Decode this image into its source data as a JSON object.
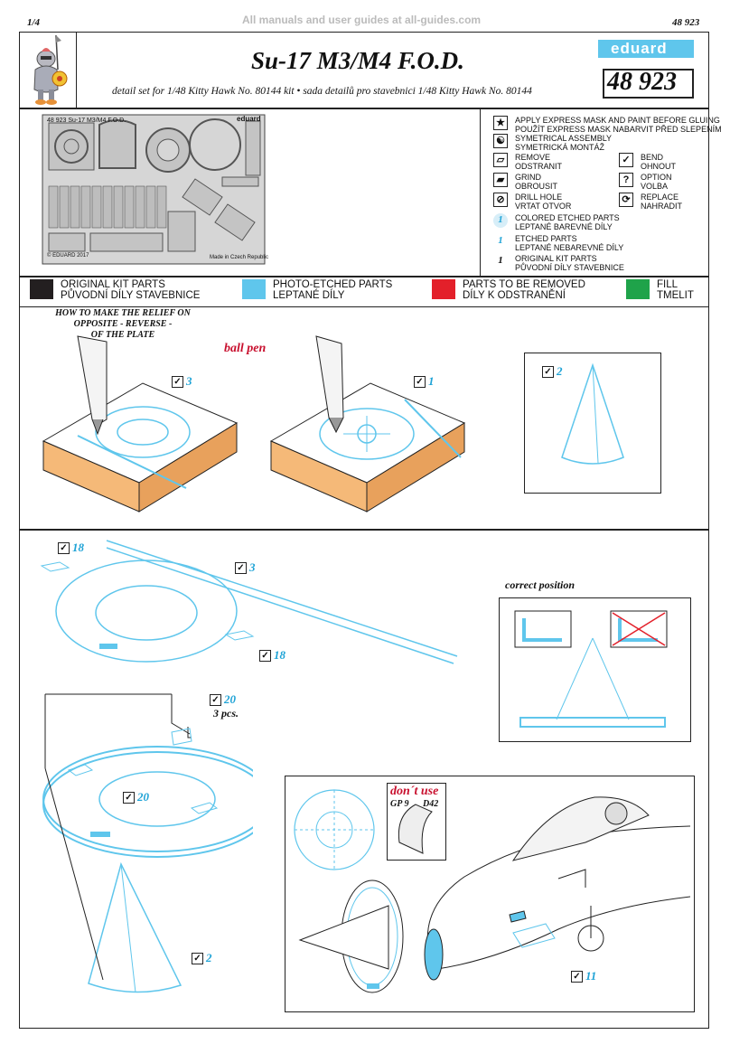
{
  "header": {
    "page": "1/4",
    "watermark": "All manuals and user guides at all-guides.com",
    "set_number_top": "48 923",
    "title": "Su-17 M3/M4 F.O.D.",
    "subtitle": "detail set for 1/48 Kitty Hawk  No. 80144  kit • sada detailů pro stavebnici 1/48 Kitty Hawk No. 80144",
    "brand": "eduard",
    "set_number_box": "48 923"
  },
  "fret": {
    "label": "48 923 Su-17 M3/M4 F.O.D.",
    "brand": "eduard",
    "copyright": "© EDUARD 2017",
    "made_in": "Made in Czech Republic"
  },
  "legend": [
    {
      "icon": "star-icon",
      "glyph": "★",
      "en": "APPLY EXPRESS MASK AND PAINT BEFORE GLUING",
      "cz": "POUŽÍT EXPRESS MASK NABARVIT PŘED SLEPENÍM"
    },
    {
      "icon": "symmetrical-icon",
      "glyph": "☯",
      "en": "SYMETRICAL ASSEMBLY",
      "cz": "SYMETRICKÁ MONTÁŽ"
    },
    {
      "icon": "remove-icon",
      "glyph": "▱",
      "en": "REMOVE",
      "cz": "ODSTRANIT"
    },
    {
      "icon": "bend-icon",
      "glyph": "✓",
      "en": "BEND",
      "cz": "OHNOUT"
    },
    {
      "icon": "grind-icon",
      "glyph": "▰",
      "en": "GRIND",
      "cz": "OBROUSIT"
    },
    {
      "icon": "option-icon",
      "glyph": "?",
      "en": "OPTION",
      "cz": "VOLBA"
    },
    {
      "icon": "drill-icon",
      "glyph": "⊘",
      "en": "DRILL HOLE",
      "cz": "VRTAT OTVOR"
    },
    {
      "icon": "replace-icon",
      "glyph": "⟳",
      "en": "REPLACE",
      "cz": "NAHRADIT"
    },
    {
      "icon": "colored-parts-icon",
      "glyph": "1",
      "en": "COLORED ETCHED PARTS",
      "cz": "LEPTANÉ BAREVNÉ DÍLY"
    },
    {
      "icon": "etched-parts-icon",
      "glyph": "1",
      "en": "ETCHED PARTS",
      "cz": "LEPTANÉ NEBAREVNÉ DÍLY"
    },
    {
      "icon": "kit-parts-icon",
      "glyph": "1",
      "en": "ORIGINAL KIT PARTS",
      "cz": "PŮVODNÍ DÍLY STAVEBNICE"
    }
  ],
  "colors": [
    {
      "hex": "#231f20",
      "en": "ORIGINAL KIT PARTS",
      "cz": "PŮVODNÍ DÍLY STAVEBNICE"
    },
    {
      "hex": "#5fc6ec",
      "en": "PHOTO-ETCHED PARTS",
      "cz": "LEPTANÉ DÍLY"
    },
    {
      "hex": "#e3202a",
      "en": "PARTS TO BE REMOVED",
      "cz": "DÍLY K ODSTRANĚNÍ"
    },
    {
      "hex": "#1fa34a",
      "en": "FILL",
      "cz": "TMELIT"
    }
  ],
  "section1": {
    "heading_line1": "HOW TO MAKE THE RELIEF ON",
    "heading_line2": "OPPOSITE - REVERSE -",
    "heading_line3": "OF THE PLATE",
    "ball_pen": "ball pen",
    "step_a": "3",
    "step_b": "1",
    "step_c": "2"
  },
  "section2": {
    "step_18a": "18",
    "step_3": "3",
    "step_18b": "18",
    "correct_position": "correct position",
    "step_20a": "20",
    "pcs": "3 pcs.",
    "step_20b": "20",
    "step_2": "2",
    "dont_use": "don´t use",
    "gp9": "GP 9",
    "d42": "D42",
    "step_11": "11"
  },
  "accent": "#1fa3d6",
  "red": "#c8102e"
}
